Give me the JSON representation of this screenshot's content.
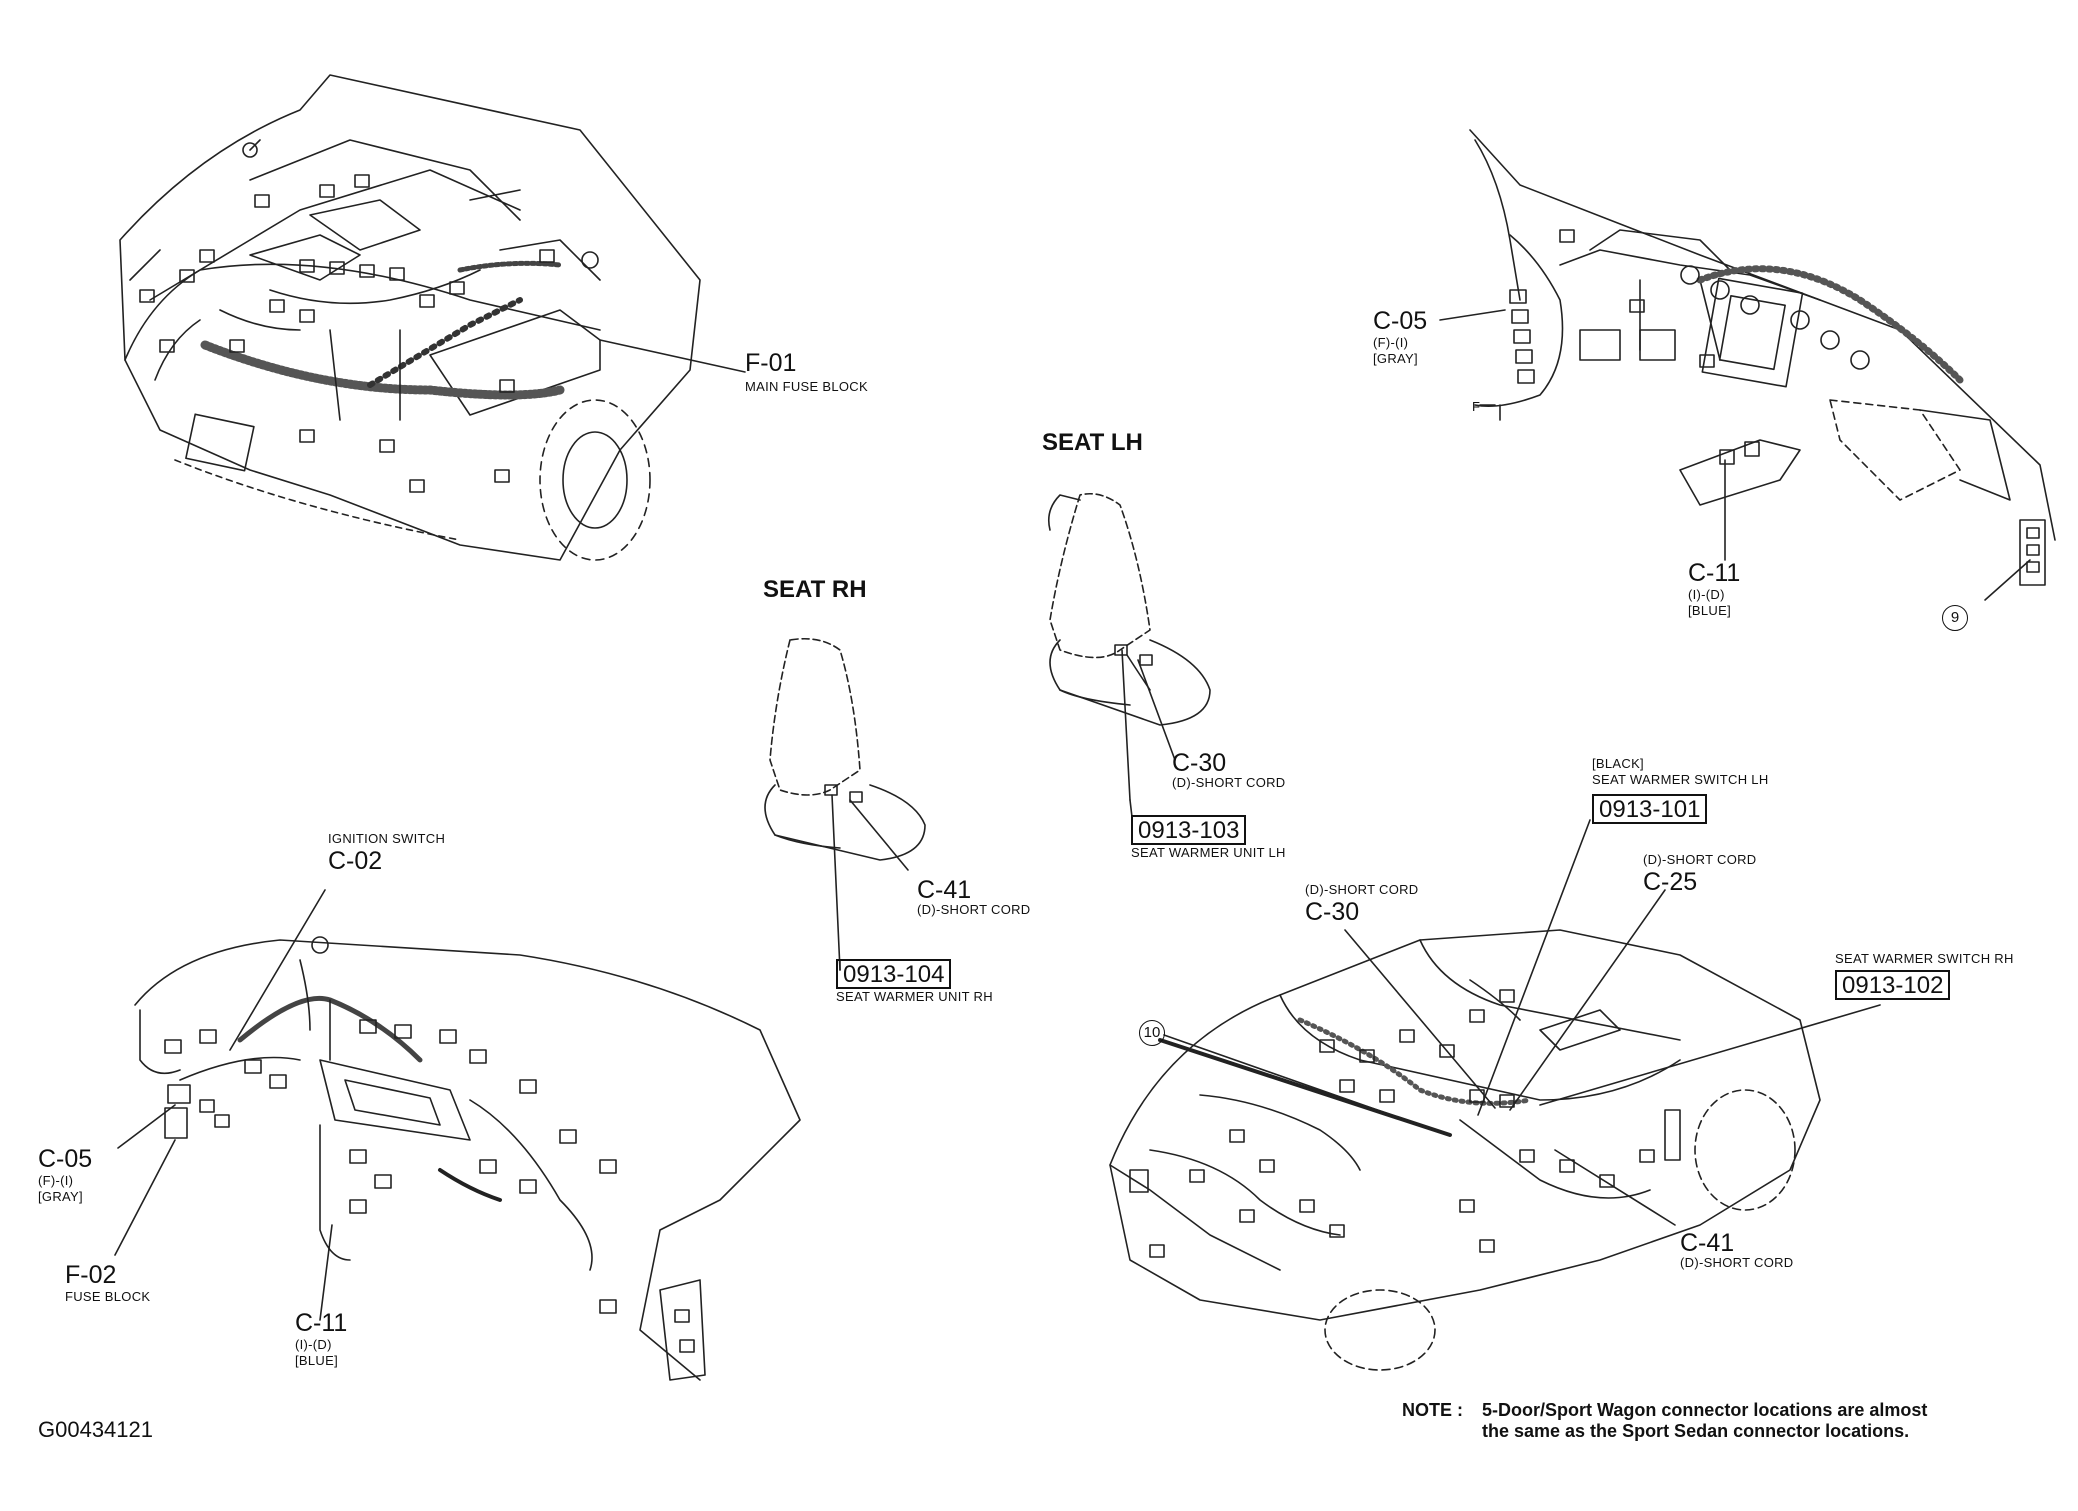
{
  "diagram_id": "G00434121",
  "headings": {
    "seat_lh": "SEAT LH",
    "seat_rh": "SEAT RH"
  },
  "engine": {
    "code": "F-01",
    "desc": "MAIN FUSE BLOCK"
  },
  "dash_left": {
    "c02": {
      "title": "IGNITION SWITCH",
      "code": "C-02"
    },
    "c05": {
      "code": "C-05",
      "spec": "(F)-(I)",
      "color": "[GRAY]"
    },
    "f02": {
      "code": "F-02",
      "desc": "FUSE BLOCK"
    },
    "c11": {
      "code": "C-11",
      "spec": "(I)-(D)",
      "color": "[BLUE]"
    }
  },
  "dash_right": {
    "c05": {
      "code": "C-05",
      "spec": "(F)-(I)",
      "color": "[GRAY]"
    },
    "c11": {
      "code": "C-11",
      "spec": "(I)-(D)",
      "color": "[BLUE]"
    },
    "callout": "9",
    "f_marker": "F"
  },
  "seat_lh": {
    "code": "C-30",
    "desc": "(D)-SHORT CORD",
    "box": "0913-103",
    "unit": "SEAT WARMER UNIT LH"
  },
  "seat_rh": {
    "code": "C-41",
    "desc": "(D)-SHORT CORD",
    "box": "0913-104",
    "unit": "SEAT WARMER UNIT RH"
  },
  "vehicle": {
    "sw_lh": {
      "color": "[BLACK]",
      "title": "SEAT WARMER SWITCH LH",
      "box": "0913-101"
    },
    "c25": {
      "desc": "(D)-SHORT CORD",
      "code": "C-25"
    },
    "c30": {
      "desc": "(D)-SHORT CORD",
      "code": "C-30"
    },
    "sw_rh": {
      "title": "SEAT WARMER SWITCH RH",
      "box": "0913-102"
    },
    "c41": {
      "code": "C-41",
      "desc": "(D)-SHORT CORD"
    },
    "callout": "10"
  },
  "note": {
    "prefix": "NOTE :",
    "line1": "5-Door/Sport Wagon connector locations are almost",
    "line2": "the same as the Sport Sedan connector locations."
  }
}
